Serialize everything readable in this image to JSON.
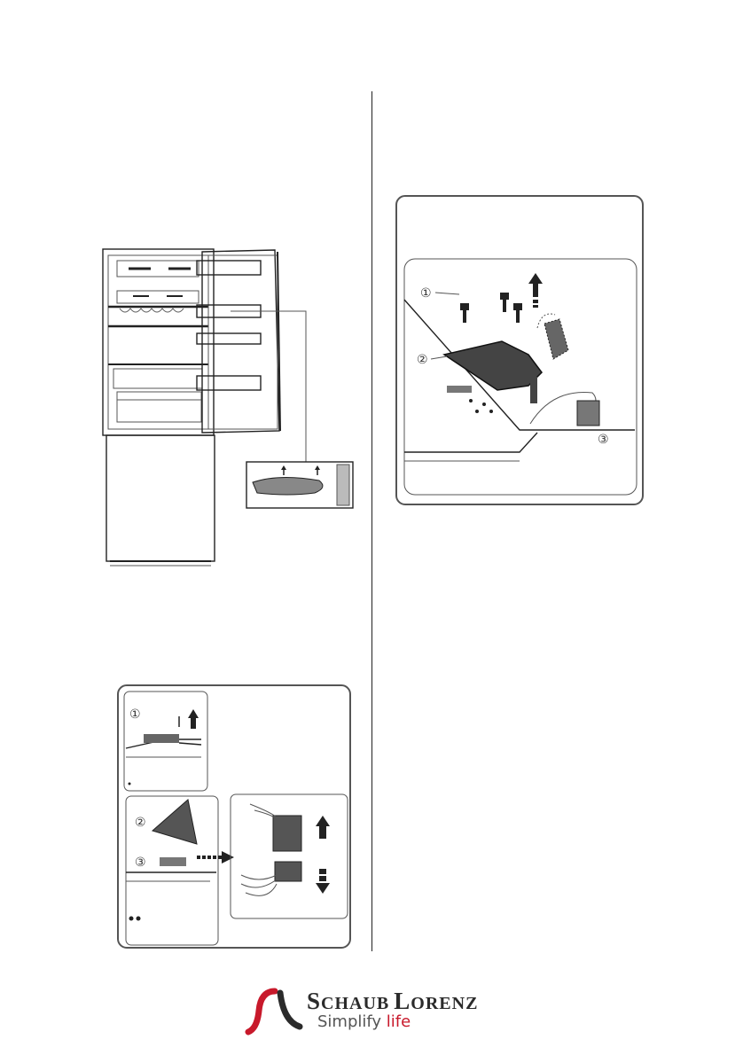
{
  "figures": {
    "fridge": {
      "description_labels": []
    },
    "hinge_top": {
      "callouts": {
        "c1": "①",
        "c2": "②",
        "c3": "③"
      }
    },
    "hinge_steps": {
      "callouts": {
        "c1": "①",
        "c2": "②",
        "c3": "③"
      }
    }
  },
  "logo": {
    "brand_first_big": "S",
    "brand_first_rest": "CHAUB",
    "brand_second_big": "L",
    "brand_second_rest": "ORENZ",
    "tagline_part1": "Simplify ",
    "tagline_part2": "life",
    "colors": {
      "swoosh_red": "#c8192b",
      "swoosh_dark": "#2b2b2b",
      "accent": "#c8192b"
    }
  }
}
